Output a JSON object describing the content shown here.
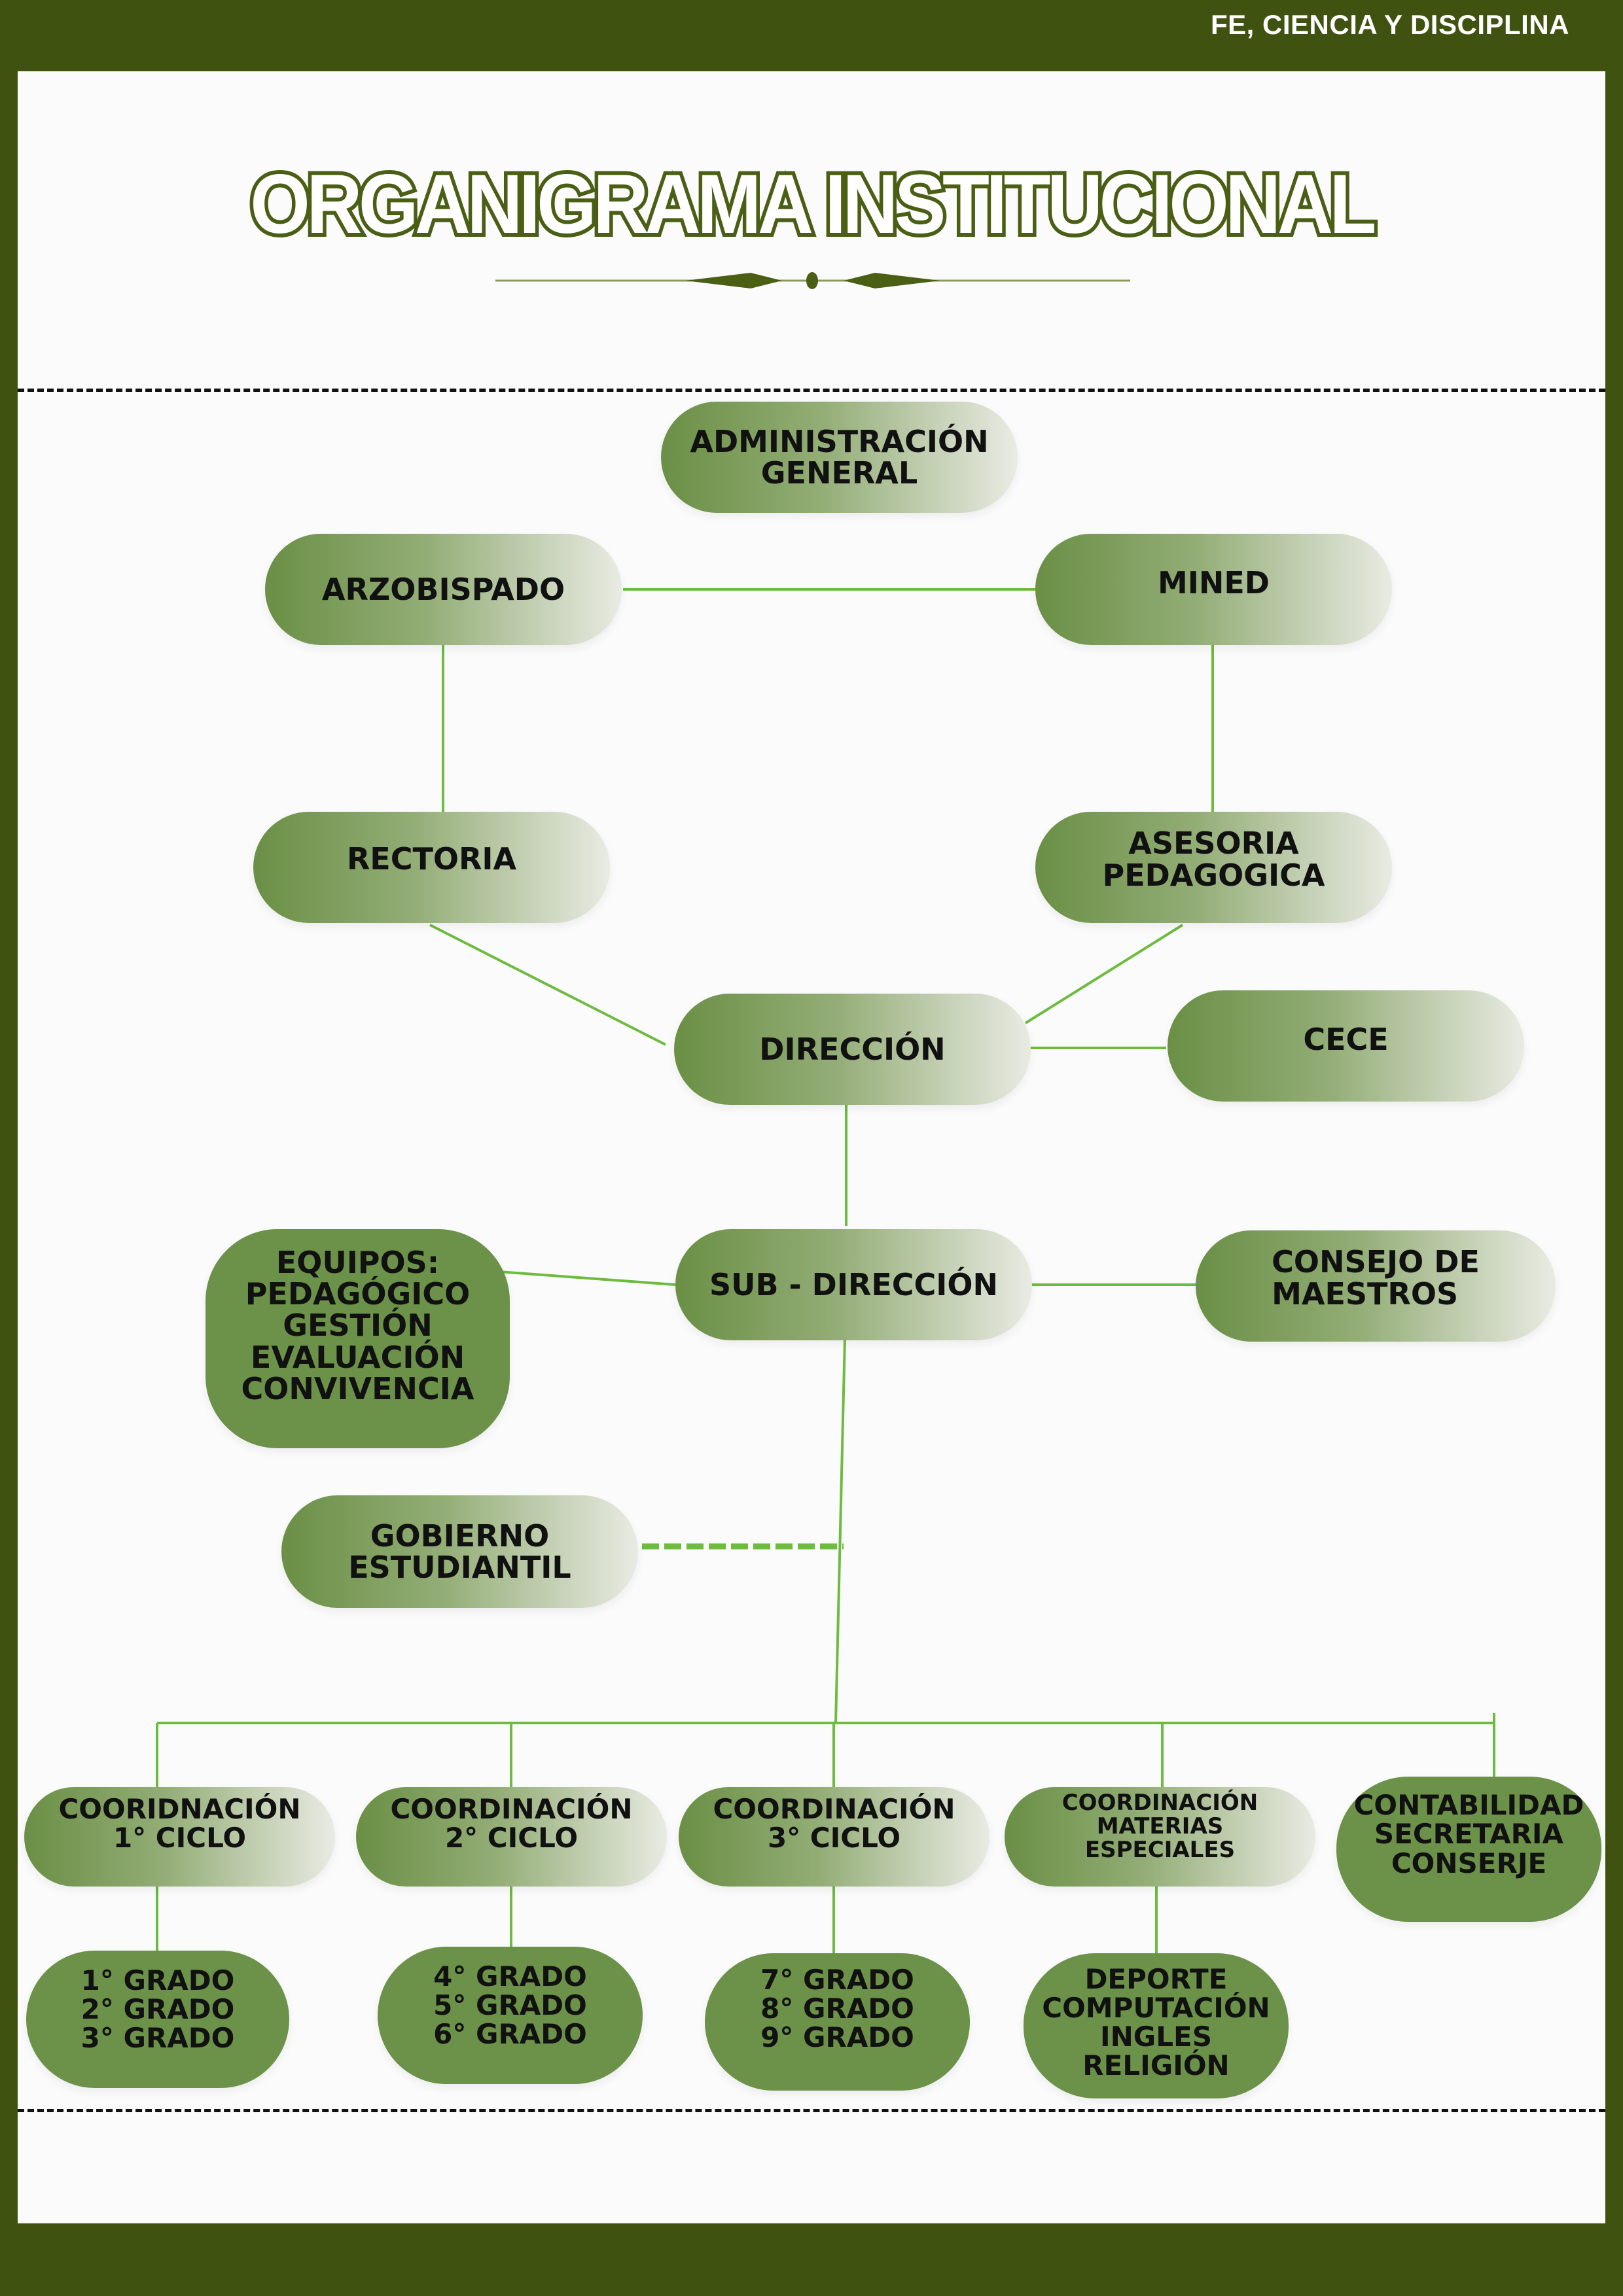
{
  "header": {
    "motto": "FE, CIENCIA Y DISCIPLINA"
  },
  "title": "ORGANIGRAMA INSTITUCIONAL",
  "colors": {
    "frame": "#40520f",
    "title_stroke": "#4a5e14",
    "node_green": "#6b9248",
    "line_green": "#6dbb3f"
  },
  "nodes": {
    "administracion": "ADMINISTRACIÓN\nGENERAL",
    "arzobispado": "ARZOBISPADO",
    "mined": "MINED",
    "rectoria": "RECTORIA",
    "asesoria": "ASESORIA\nPEDAGOGICA",
    "direccion": "DIRECCIÓN",
    "cece": "CECE",
    "equipos": "EQUIPOS:\nPEDAGÓGICO\nGESTIÓN\nEVALUACIÓN\nCONVIVENCIA",
    "subdireccion": "SUB - DIRECCIÓN",
    "consejo": "CONSEJO     DE\nMAESTROS",
    "gobierno": "GOBIERNO\nESTUDIANTIL",
    "coord1": "COORIDNACIÓN\n1° CICLO",
    "coord2": "COORDINACIÓN\n2° CICLO",
    "coord3": "COORDINACIÓN\n3° CICLO",
    "coord_materias": "COORDINACIÓN\nMATERIAS\nESPECIALES",
    "contabilidad": "CONTABILIDAD\nSECRETARIA\nCONSERJE",
    "grados1": "1°     GRADO\n2°     GRADO\n3° GRADO",
    "grados2": "4° GRADO\n5° GRADO\n6° GRADO",
    "grados3": "7°     GRADO\n8°     GRADO\n9° GRADO",
    "materias": "DEPORTE\nCOMPUTACIÓN\nINGLES\nRELIGIÓN"
  }
}
